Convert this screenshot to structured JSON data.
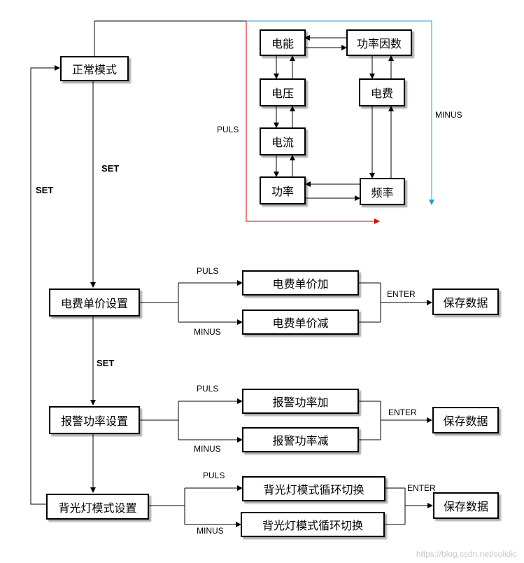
{
  "nodes": {
    "normal_mode": "正常模式",
    "energy": "电能",
    "power_factor": "功率因数",
    "voltage": "电压",
    "cost": "电费",
    "current": "电流",
    "power": "功率",
    "frequency": "频率",
    "price_setting": "电费单价设置",
    "price_plus": "电费单价加",
    "price_minus": "电费单价减",
    "alarm_setting": "报警功率设置",
    "alarm_plus": "报警功率加",
    "alarm_minus": "报警功率减",
    "backlight_setting": "背光灯模式设置",
    "backlight_cycle_1": "背光灯模式循环切换",
    "backlight_cycle_2": "背光灯模式循环切换",
    "save_1": "保存数据",
    "save_2": "保存数据",
    "save_3": "保存数据"
  },
  "labels": {
    "puls": "PULS",
    "minus": "MINUS",
    "set": "SET",
    "enter": "ENTER"
  },
  "colors": {
    "puls_loop": "#e00000",
    "minus_loop": "#1aa0d8",
    "lines": "#000000"
  },
  "watermark": "https://blog.csdn.net/solidic"
}
